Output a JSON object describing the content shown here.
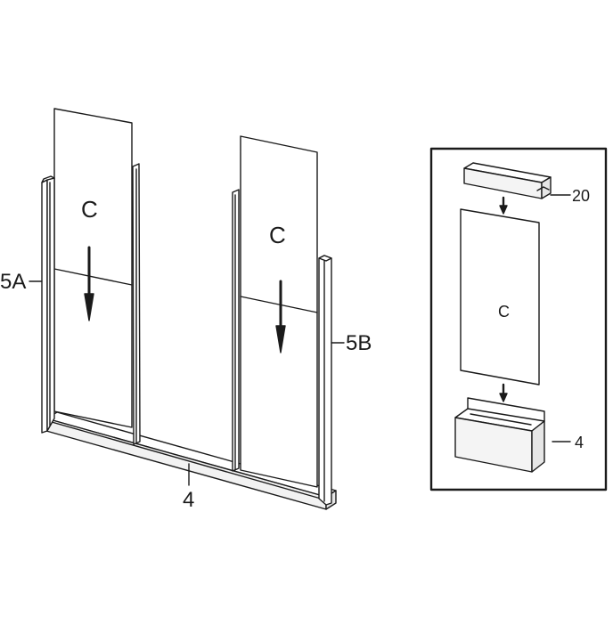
{
  "labels": {
    "post_left": "5A",
    "post_right": "5B",
    "bottom_channel": "4",
    "panel_left": "C",
    "panel_right": "C",
    "detail_top_rail": "20",
    "detail_panel": "C",
    "detail_bottom_channel": "4"
  }
}
